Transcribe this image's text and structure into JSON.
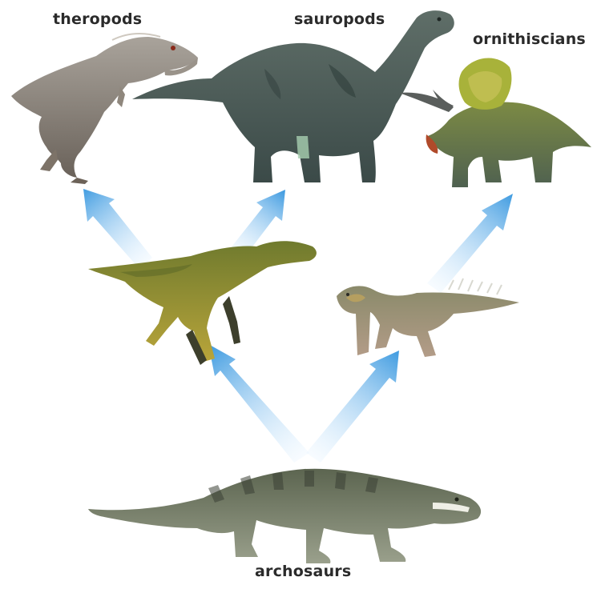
{
  "labels": {
    "theropods": "theropods",
    "sauropods": "sauropods",
    "ornithiscians": "ornithiscians",
    "archosaurs": "archosaurs"
  },
  "colors": {
    "arrow": "#3f9be0",
    "arrow_fade": "#dcefff"
  }
}
